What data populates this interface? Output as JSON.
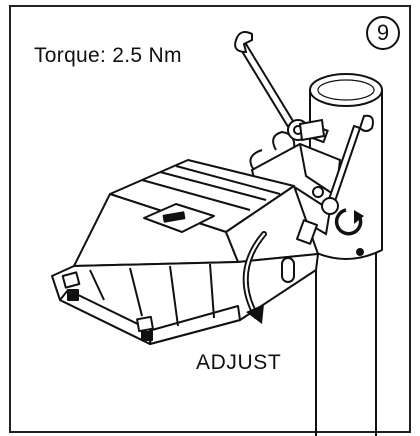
{
  "step": {
    "number": "9"
  },
  "annotations": {
    "torque": "Torque: 2.5 Nm",
    "adjust": "ADJUST"
  },
  "icons": [
    "open-end-wrench-icon",
    "rotate-arrow-icon"
  ]
}
